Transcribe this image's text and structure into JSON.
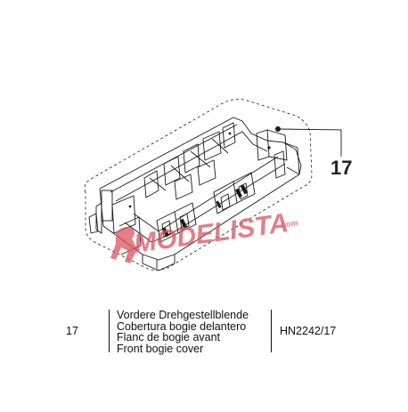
{
  "callout": {
    "number": "17"
  },
  "legend": {
    "ref_number": "17",
    "descriptions": [
      "Vordere Drehgestellblende",
      "Cobertura bogie delantero",
      "Flanc de bogie avant",
      "Front bogie cover"
    ],
    "part_code": "HN2242/17"
  },
  "watermark": {
    "text": "MODELISTA",
    "suffix": ".com",
    "color": "#d9545f"
  },
  "colors": {
    "line": "#1a1a1a",
    "watermark": "#d9545f"
  }
}
